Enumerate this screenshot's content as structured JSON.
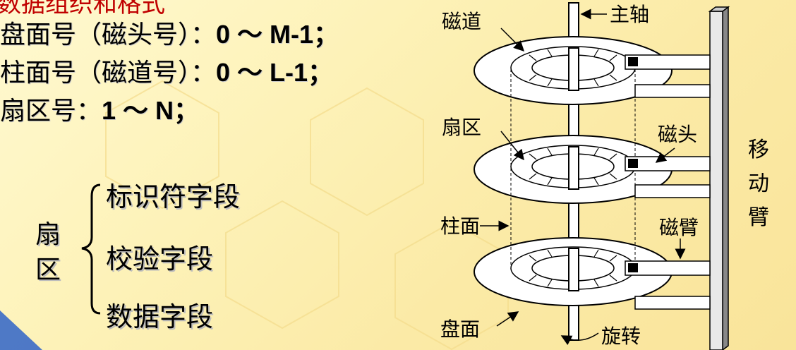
{
  "title": "数据组织和格式",
  "address_lines": [
    {
      "prefix": "盘面号（磁头号）：",
      "range": "0 ～ M-1；"
    },
    {
      "prefix": "柱面号（磁道号）：",
      "range": "0 ～ L-1；"
    },
    {
      "prefix": "扇区号：",
      "range": "1 ～ N；"
    }
  ],
  "sector": {
    "chars": [
      "扇",
      "区"
    ],
    "fields": [
      "标识符字段",
      "校验字段",
      "数据字段"
    ]
  },
  "diagram": {
    "labels": {
      "track": "磁道",
      "spindle": "主轴",
      "sector": "扇区",
      "head": "磁头",
      "cylinder": "柱面",
      "arm": "磁臂",
      "platter": "盘面",
      "rotation": "旋转",
      "move_chars": [
        "移",
        "动",
        "臂"
      ]
    }
  },
  "colors": {
    "title": "#c00000",
    "background": "#fdf2b8"
  }
}
